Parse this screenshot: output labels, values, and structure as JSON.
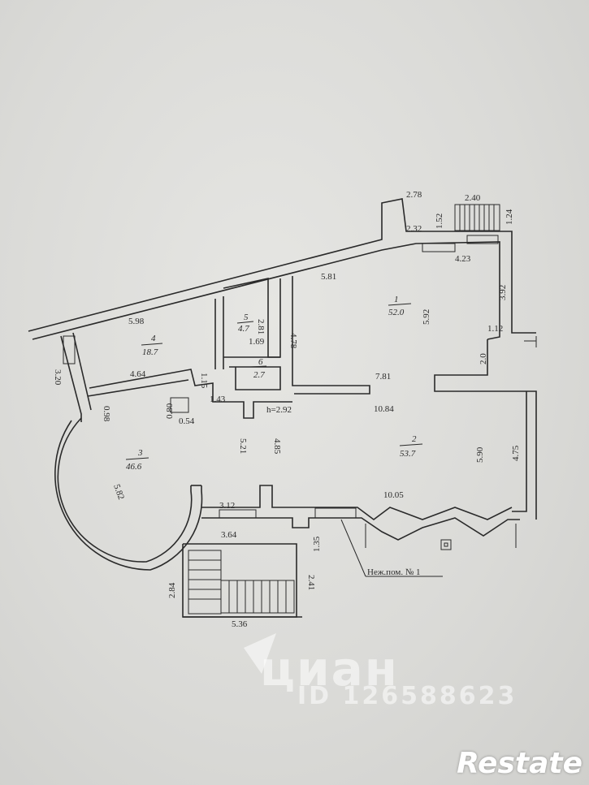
{
  "dimensions": {
    "d_2_78": "2.78",
    "d_2_40": "2.40",
    "d_2_32": "2.32",
    "d_1_52": "1.52",
    "d_1_24": "1.24",
    "d_4_23": "4.23",
    "d_5_81": "5.81",
    "d_3_92": "3.92",
    "d_5_98": "5.98",
    "d_2_81": "2.81",
    "d_4_78": "4.78",
    "d_5_92": "5.92",
    "d_1_12": "1.12",
    "d_1_69": "1.69",
    "d_2_0": "2.0",
    "d_3_20": "3.20",
    "d_4_64": "4.64",
    "d_1_15": "1.15",
    "d_7_81": "7.81",
    "d_1_43": "1.43",
    "d_h_2_92": "h=2.92",
    "d_10_84": "10.84",
    "d_0_98": "0.98",
    "d_0_80": "0.80",
    "d_0_54": "0.54",
    "d_5_21": "5.21",
    "d_4_85": "4.85",
    "d_5_90": "5.90",
    "d_4_75": "4.75",
    "d_5_82": "5.82",
    "d_10_05": "10.05",
    "d_3_12": "3.12",
    "d_3_64": "3.64",
    "d_1_35": "1.35",
    "d_2_84": "2.84",
    "d_2_41": "2.41",
    "d_5_36": "5.36"
  },
  "rooms": {
    "r1_num": "1",
    "r1_area": "52.0",
    "r2_num": "2",
    "r2_area": "53.7",
    "r3_num": "3",
    "r3_area": "46.6",
    "r4_num": "4",
    "r4_area": "18.7",
    "r5_num": "5",
    "r5_area": "4.7",
    "r6_num": "6",
    "r6_area": "2.7"
  },
  "caption": "Неж.пом. № 1",
  "watermark": {
    "brand": "циан",
    "id": "ID 126588623"
  },
  "corner_logo": "Restate"
}
